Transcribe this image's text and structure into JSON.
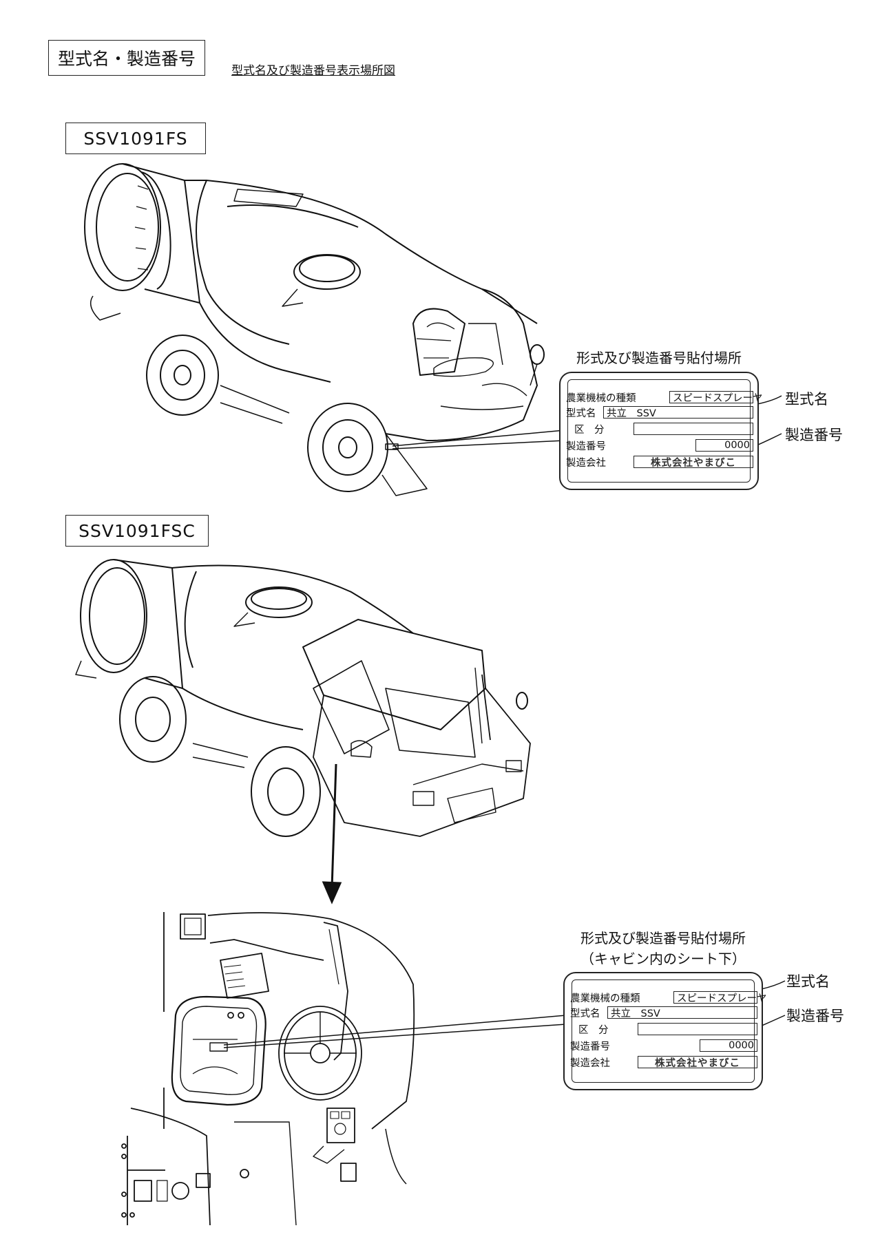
{
  "header": {
    "section_title": "型式名・製造番号",
    "subtitle": "型式名及び製造番号表示場所図"
  },
  "models": [
    {
      "name": "SSV1091FS",
      "plate_caption": [
        "形式及び製造番号貼付場所"
      ],
      "plate": {
        "row1_label": "農業機械の種類",
        "row1_value": "スピードスプレーヤ",
        "row2_label": "型式名",
        "row2_value": "共立　SSV",
        "row3_label": "区　分",
        "row3_value": "",
        "row4_label": "製造番号",
        "row4_value": "0000",
        "row5_label": "製造会社",
        "row5_value": "株式会社やまびこ"
      },
      "callouts": {
        "model_name": "型式名",
        "serial_number": "製造番号"
      }
    },
    {
      "name": "SSV1091FSC",
      "plate_caption": [
        "形式及び製造番号貼付場所",
        "（キャビン内のシート下）"
      ],
      "plate": {
        "row1_label": "農業機械の種類",
        "row1_value": "スピードスプレーヤ",
        "row2_label": "型式名",
        "row2_value": "共立　SSV",
        "row3_label": "区　分",
        "row3_value": "",
        "row4_label": "製造番号",
        "row4_value": "0000",
        "row5_label": "製造会社",
        "row5_value": "株式会社やまびこ"
      },
      "callouts": {
        "model_name": "型式名",
        "serial_number": "製造番号"
      }
    }
  ]
}
